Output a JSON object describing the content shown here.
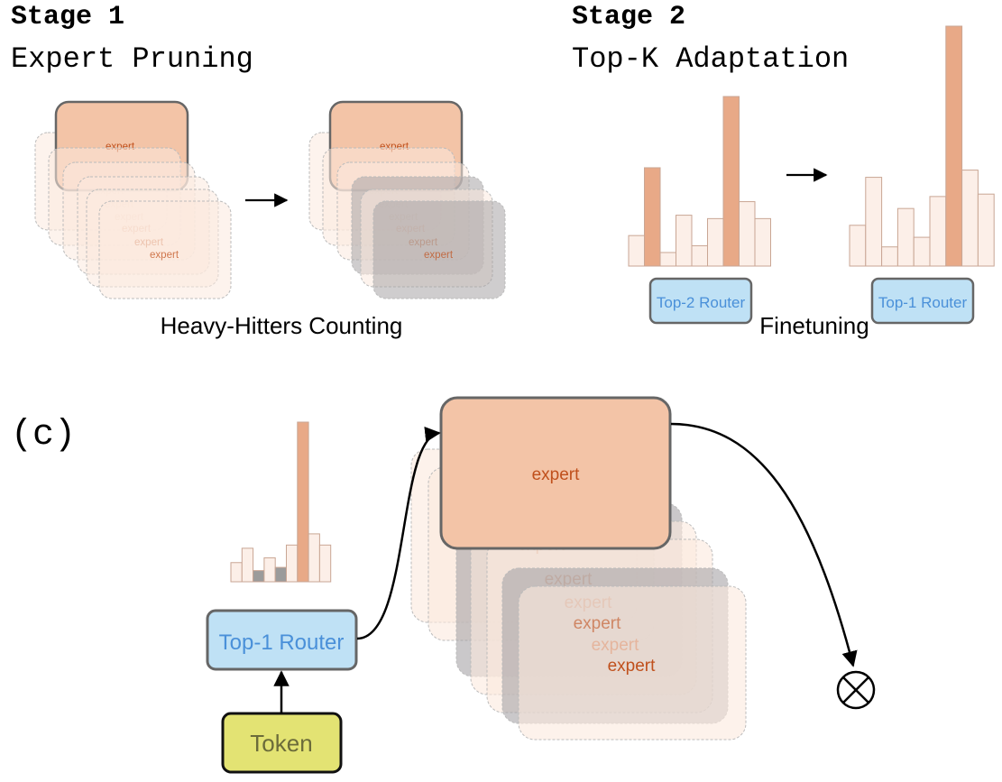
{
  "stage1": {
    "heading": "Stage 1",
    "subtitle": "Expert Pruning",
    "caption": "Heavy-Hitters Counting"
  },
  "stage2": {
    "heading": "Stage 2",
    "subtitle": "Top-K Adaptation",
    "caption": "Finetuning",
    "router_before": "Top-2 Router",
    "router_after": "Top-1 Router",
    "hist_before": [
      0.18,
      0.58,
      0.08,
      0.3,
      0.12,
      0.28,
      1.0,
      0.38,
      0.28
    ],
    "hist_before_selected": [
      1,
      6
    ],
    "hist_after": [
      0.17,
      0.37,
      0.08,
      0.24,
      0.12,
      0.29,
      1.0,
      0.4,
      0.3
    ],
    "hist_after_selected": [
      6
    ]
  },
  "panel_c": {
    "label": "(c)",
    "router": "Top-1 Router",
    "token": "Token",
    "combine_symbol": "⊗",
    "hist": [
      0.12,
      0.21,
      0.07,
      0.15,
      0.09,
      0.23,
      1.0,
      0.3,
      0.23
    ],
    "hist_selected": [
      6
    ],
    "hist_pruned": [
      2,
      4
    ]
  },
  "expert_label": "expert",
  "colors": {
    "expert_fill": "#f3c4a7",
    "expert_fill_light": "#fbe9de",
    "expert_text": "#c0501c",
    "pruned_fill": "#a7a4a6",
    "router_fill": "#bfe1f5",
    "router_text": "#4a90d9",
    "token_fill": "#e3e373",
    "token_text": "#6b6b3a",
    "bar_selected": "#e8a987",
    "bar_plain": "#fcefe8",
    "bar_pruned": "#9b9b9b"
  }
}
